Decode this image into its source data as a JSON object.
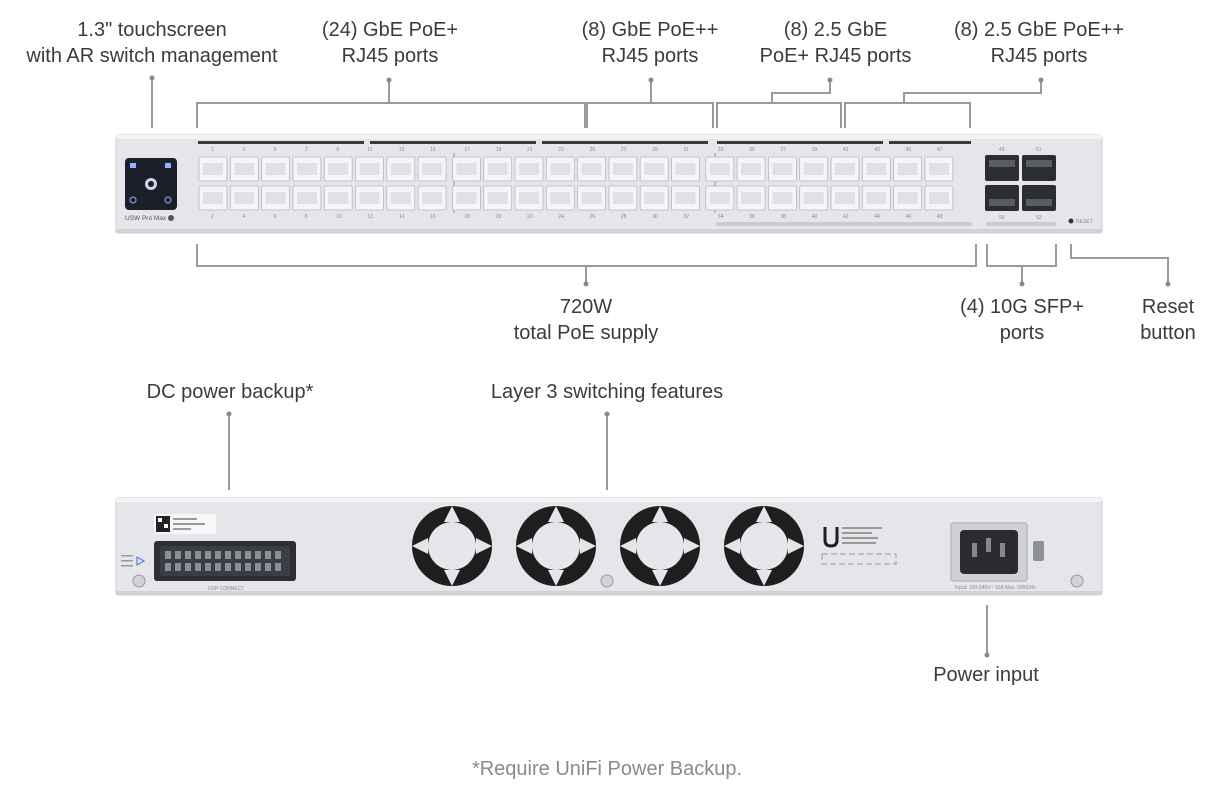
{
  "callouts": {
    "touchscreen": [
      "1.3\" touchscreen",
      "with AR switch management"
    ],
    "gbe_poe_plus": [
      "(24) GbE PoE+",
      "RJ45 ports"
    ],
    "gbe_poe_plus_plus": [
      "(8) GbE PoE++",
      "RJ45 ports"
    ],
    "two5_gbe_poe_plus": [
      "(8) 2.5 GbE",
      "PoE+ RJ45 ports"
    ],
    "two5_gbe_poe_plus_plus": [
      "(8) 2.5 GbE PoE++",
      "RJ45 ports"
    ],
    "poe_supply": [
      "720W",
      "total PoE supply"
    ],
    "sfp_ports": [
      "(4) 10G SFP+",
      "ports"
    ],
    "reset": [
      "Reset",
      "button"
    ],
    "dc_backup": "DC power backup*",
    "layer3": "Layer 3 switching features",
    "power_input": "Power input"
  },
  "footnote": "*Require UniFi Power Backup.",
  "device_front": {
    "model_label": "USW Pro Max",
    "reset_label": "RESET",
    "sfp_top_labels": [
      "49",
      "51"
    ],
    "sfp_bottom_labels": [
      "50",
      "52"
    ],
    "port_top_labels": [
      "1",
      "3",
      "5",
      "7",
      "9",
      "11",
      "13",
      "15",
      "17",
      "19",
      "21",
      "23",
      "25",
      "27",
      "29",
      "31",
      "33",
      "35",
      "37",
      "39",
      "41",
      "43",
      "45",
      "47"
    ],
    "port_bottom_labels": [
      "2",
      "4",
      "6",
      "8",
      "10",
      "12",
      "14",
      "16",
      "18",
      "20",
      "22",
      "24",
      "26",
      "28",
      "30",
      "32",
      "34",
      "36",
      "38",
      "40",
      "42",
      "44",
      "46",
      "48"
    ]
  },
  "device_rear": {
    "connector_label": "USP CONNECT",
    "power_rating": "Input: 100-240V~ 10A Max. 50/60Hz"
  },
  "colors": {
    "chassis": "#e4e6ea",
    "port": "#f4f5f7",
    "fan": "#1e1e1e",
    "leader": "#9a9a9a",
    "text": "#3b3b3b",
    "footnote": "#8a8a8a"
  }
}
